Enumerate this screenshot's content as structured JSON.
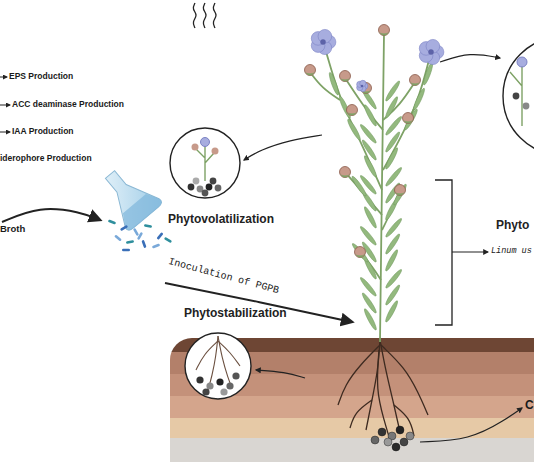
{
  "diagram": {
    "nodes": [
      {
        "text": [
          "Phytovolatilization"
        ]
      },
      {
        "text": [
          "Phyto"
        ]
      },
      {
        "text": [
          "Phytostabilization"
        ]
      }
    ],
    "labels": [
      "EPS Production",
      "ACC deaminase Production",
      "IAA Production",
      "iderophore Production",
      "Broth",
      "Inoculation of PGPB",
      "Linum us",
      "C"
    ]
  }
}
